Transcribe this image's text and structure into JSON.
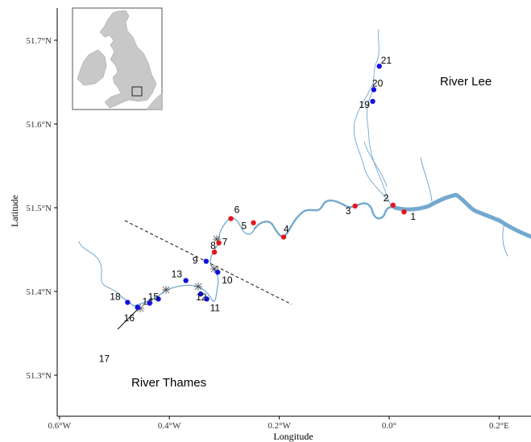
{
  "figure": {
    "xlabel": "Longitude",
    "ylabel": "Latitude",
    "x_ticks": [
      {
        "value": -0.6,
        "label": "0.6°W"
      },
      {
        "value": -0.4,
        "label": "0.4°W"
      },
      {
        "value": -0.2,
        "label": "0.2°W"
      },
      {
        "value": 0.0,
        "label": "0.0°"
      },
      {
        "value": 0.2,
        "label": "0.2°E"
      }
    ],
    "y_ticks": [
      {
        "value": 51.3,
        "label": "51.3°N"
      },
      {
        "value": 51.4,
        "label": "51.4°N"
      },
      {
        "value": 51.5,
        "label": "51.5°N"
      },
      {
        "value": 51.6,
        "label": "51.6°N"
      },
      {
        "value": 51.7,
        "label": "51.7°N"
      }
    ],
    "region_labels": {
      "lee": "River Lee",
      "thames": "River Thames"
    },
    "colors": {
      "river": "#74a9cf",
      "red_site": "#e8141b",
      "blue_site": "#1111dd",
      "land": "#c8c8c8"
    },
    "sites": [
      {
        "id": "1",
        "lon": 0.027,
        "lat": 51.495,
        "color": "red"
      },
      {
        "id": "2",
        "lon": 0.007,
        "lat": 51.503,
        "color": "red"
      },
      {
        "id": "3",
        "lon": -0.062,
        "lat": 51.502,
        "color": "red"
      },
      {
        "id": "4",
        "lon": -0.192,
        "lat": 51.465,
        "color": "red"
      },
      {
        "id": "5",
        "lon": -0.247,
        "lat": 51.482,
        "color": "red"
      },
      {
        "id": "6",
        "lon": -0.288,
        "lat": 51.487,
        "color": "red"
      },
      {
        "id": "7",
        "lon": -0.31,
        "lat": 51.458,
        "color": "red"
      },
      {
        "id": "8",
        "lon": -0.318,
        "lat": 51.447,
        "color": "red"
      },
      {
        "id": "9",
        "lon": -0.333,
        "lat": 51.436,
        "color": "blue"
      },
      {
        "id": "10",
        "lon": -0.312,
        "lat": 51.423,
        "color": "blue"
      },
      {
        "id": "11",
        "lon": -0.332,
        "lat": 51.391,
        "color": "blue"
      },
      {
        "id": "12",
        "lon": -0.343,
        "lat": 51.397,
        "color": "blue"
      },
      {
        "id": "13",
        "lon": -0.37,
        "lat": 51.413,
        "color": "blue"
      },
      {
        "id": "14",
        "lon": -0.42,
        "lat": 51.391,
        "color": "blue"
      },
      {
        "id": "15",
        "lon": -0.436,
        "lat": 51.386,
        "color": "blue"
      },
      {
        "id": "16",
        "lon": -0.458,
        "lat": 51.381,
        "color": "blue"
      },
      {
        "id": "17",
        "lon": -0.474,
        "lat": 51.363,
        "color": "none"
      },
      {
        "id": "18",
        "lon": -0.476,
        "lat": 51.387,
        "color": "blue"
      },
      {
        "id": "19",
        "lon": -0.03,
        "lat": 51.627,
        "color": "blue"
      },
      {
        "id": "20",
        "lon": -0.028,
        "lat": 51.641,
        "color": "blue"
      },
      {
        "id": "21",
        "lon": -0.018,
        "lat": 51.669,
        "color": "blue"
      }
    ]
  }
}
